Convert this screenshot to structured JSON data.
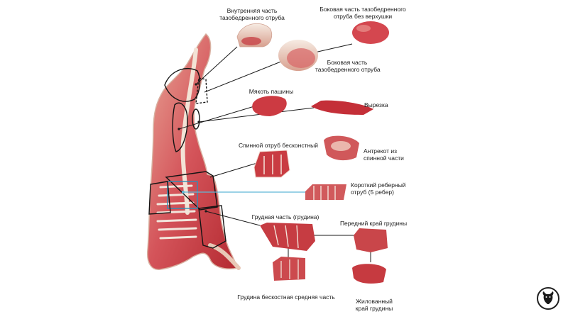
{
  "labels": {
    "inner_rump": [
      "Внутренняя часть",
      "тазобедренного отруба"
    ],
    "side_rump_no_cap": [
      "Боковая часть тазобедренного",
      "отруба без верхушки"
    ],
    "side_rump": [
      "Боковая часть",
      "тазобедренного отруба"
    ],
    "flank_meat": [
      "Мякоть пашины"
    ],
    "tenderloin": [
      "Вырезка"
    ],
    "boneless_loin": [
      "Спинной отруб бесконстный"
    ],
    "ribeye": [
      "Антрекот из",
      "спинной части"
    ],
    "short_rib": [
      "Короткий реберный",
      "отруб (5 ребер)"
    ],
    "brisket": [
      "Грудная часть (грудина)"
    ],
    "front_brisket_edge": [
      "Передний край грудины"
    ],
    "brisket_middle": [
      "Грудина бескостная средняя часть"
    ],
    "sinewy_brisket_edge": [
      "Жилованный",
      "край грудины"
    ]
  },
  "colors": {
    "meat_red": "#c8333a",
    "meat_light": "#e8a48f",
    "fat": "#f2e2d4",
    "connector_dark": "#1a1a1a",
    "connector_blue": "#5fb8d6"
  },
  "logo": {
    "icon": "bull-head-icon"
  }
}
